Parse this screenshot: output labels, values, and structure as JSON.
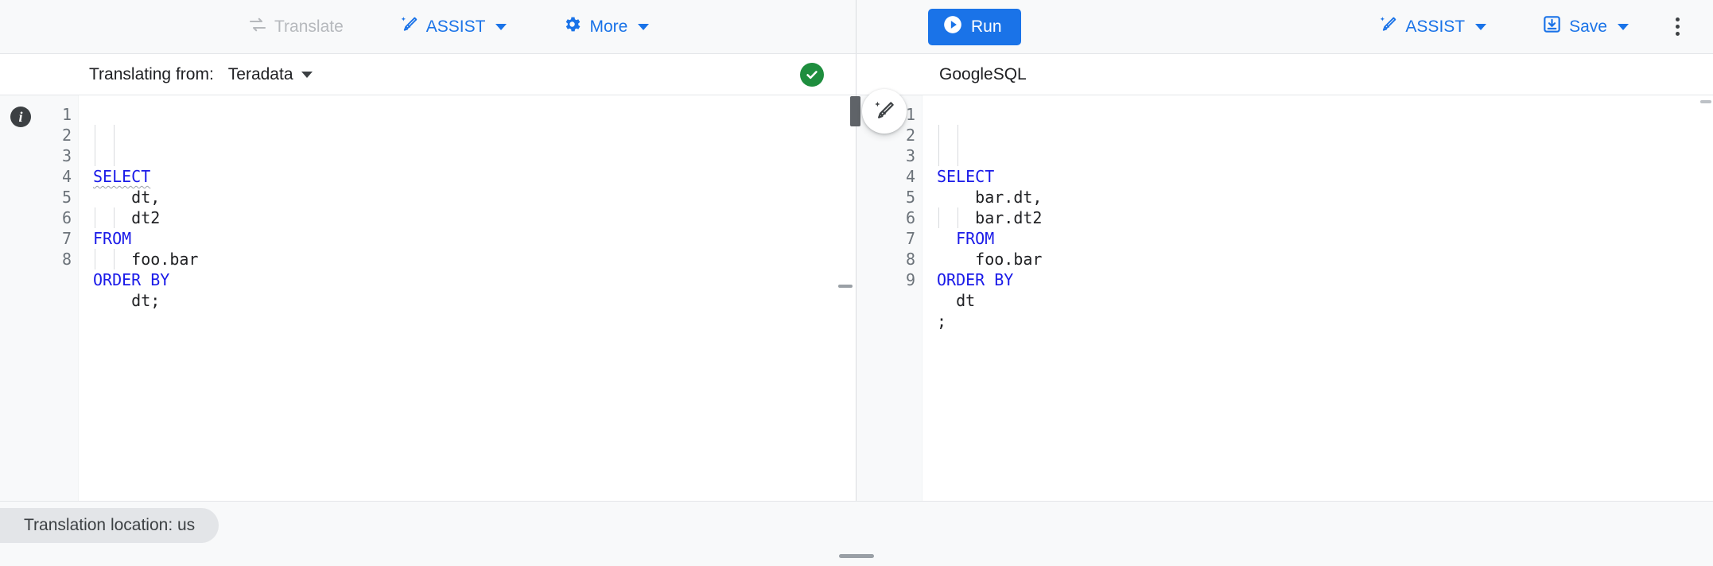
{
  "toolbar_left": {
    "translate": {
      "label": "Translate",
      "icon": "translate-swap-icon",
      "enabled": false
    },
    "assist": {
      "label": "ASSIST",
      "icon": "sparkle-pencil-icon",
      "has_dropdown": true
    },
    "more": {
      "label": "More",
      "icon": "gear-icon",
      "has_dropdown": true
    }
  },
  "toolbar_right": {
    "run": {
      "label": "Run",
      "icon": "play-icon"
    },
    "assist": {
      "label": "ASSIST",
      "icon": "sparkle-pencil-icon",
      "has_dropdown": true
    },
    "save": {
      "label": "Save",
      "icon": "save-icon",
      "has_dropdown": true
    },
    "overflow": {
      "icon": "more-vert-icon"
    }
  },
  "left_pane": {
    "header_label": "Translating from:",
    "dialect": "Teradata",
    "status_icon": "check-circle-icon",
    "status_color": "#1e8e3e",
    "info_icon": "info-icon",
    "line_numbers": [
      "1",
      "2",
      "3",
      "4",
      "5",
      "6",
      "7",
      "8"
    ],
    "code_lines": [
      {
        "segments": [
          {
            "text": "SELECT",
            "type": "keyword",
            "squiggle": true
          }
        ]
      },
      {
        "segments": [
          {
            "text": "    dt,",
            "type": "plain"
          }
        ]
      },
      {
        "segments": [
          {
            "text": "    dt2",
            "type": "plain"
          }
        ]
      },
      {
        "segments": [
          {
            "text": "FROM",
            "type": "keyword"
          }
        ]
      },
      {
        "segments": [
          {
            "text": "    foo.bar",
            "type": "plain"
          }
        ]
      },
      {
        "segments": [
          {
            "text": "ORDER BY",
            "type": "keyword"
          }
        ]
      },
      {
        "segments": [
          {
            "text": "    dt;",
            "type": "plain"
          }
        ]
      },
      {
        "segments": [
          {
            "text": "",
            "type": "plain"
          }
        ]
      }
    ]
  },
  "right_pane": {
    "header_label": "GoogleSQL",
    "line_numbers": [
      "1",
      "2",
      "3",
      "4",
      "5",
      "6",
      "7",
      "8",
      "9"
    ],
    "code_lines": [
      {
        "segments": [
          {
            "text": "SELECT",
            "type": "keyword"
          }
        ]
      },
      {
        "segments": [
          {
            "text": "    bar.dt,",
            "type": "plain"
          }
        ]
      },
      {
        "segments": [
          {
            "text": "    bar.dt2",
            "type": "plain"
          }
        ]
      },
      {
        "segments": [
          {
            "text": "  FROM",
            "type": "keyword"
          }
        ]
      },
      {
        "segments": [
          {
            "text": "    foo.bar",
            "type": "plain"
          }
        ]
      },
      {
        "segments": [
          {
            "text": "ORDER BY",
            "type": "keyword"
          }
        ]
      },
      {
        "segments": [
          {
            "text": "  dt",
            "type": "plain"
          }
        ]
      },
      {
        "segments": [
          {
            "text": ";",
            "type": "plain"
          }
        ]
      },
      {
        "segments": [
          {
            "text": "",
            "type": "plain"
          }
        ]
      }
    ]
  },
  "splitter": {
    "ai_edit_icon": "sparkle-pencil-icon",
    "drag_handle": "column-resize-handle"
  },
  "footer": {
    "location_chip": "Translation location: us",
    "vertical_resize": "row-resize-handle"
  },
  "colors": {
    "accent": "#1a73e8",
    "keyword": "#1a1ae8",
    "success": "#1e8e3e",
    "disabled": "#b6b9bd",
    "gutter_bg": "#f8f9fa"
  }
}
